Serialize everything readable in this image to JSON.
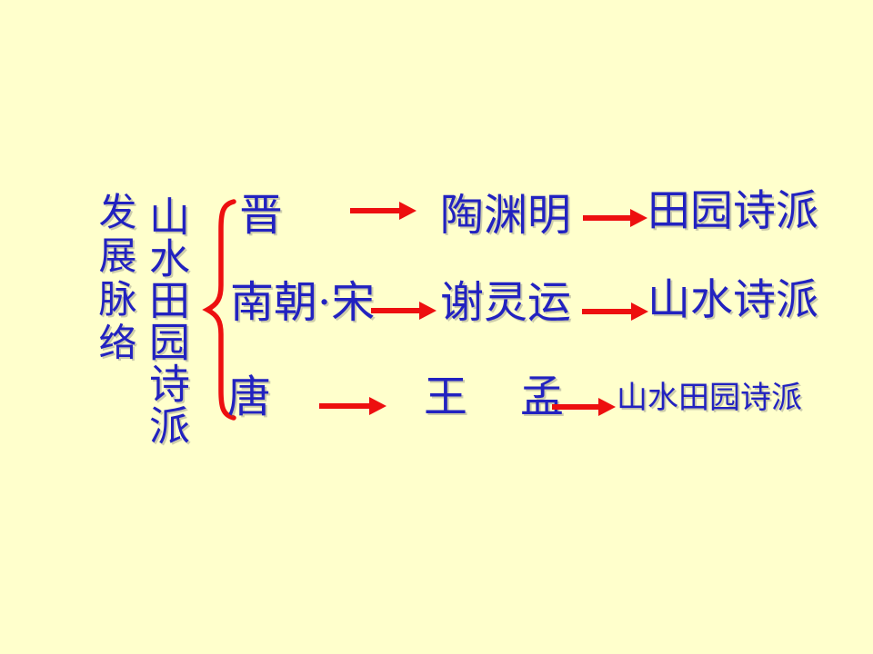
{
  "slide": {
    "background_color": "#FFFFCC",
    "text_color": "#2222C0",
    "arrow_color": "#ED0F0F"
  },
  "diagram": {
    "left_label": "发展脉络",
    "group_label": "山水田园诗派",
    "rows": [
      {
        "era": "晋",
        "person": "陶渊明",
        "school": "田园诗派"
      },
      {
        "era": "南朝·宋",
        "person": "谢灵运",
        "school": "山水诗派"
      },
      {
        "era": "唐",
        "person": "王　孟",
        "school": "山水田园诗派"
      }
    ]
  }
}
